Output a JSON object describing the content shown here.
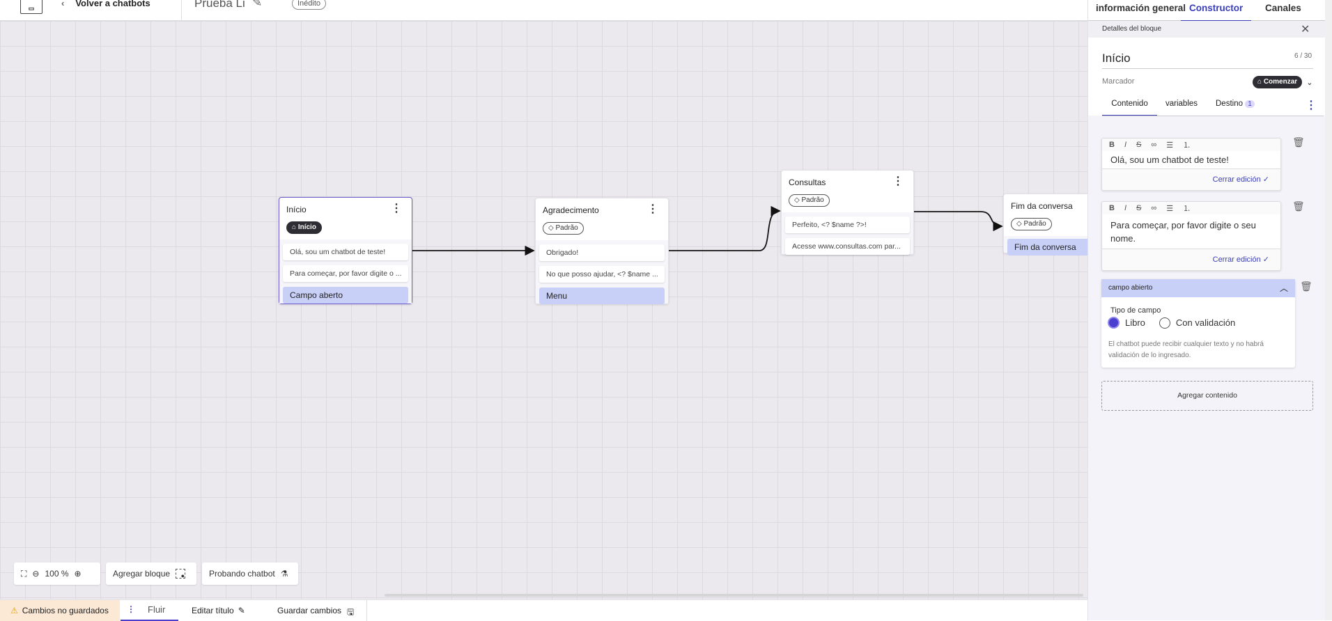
{
  "header": {
    "back_label": "Volver a chatbots",
    "chatbot_name": "Prueba Li",
    "status_badge": "Inédito"
  },
  "panel": {
    "tabs": [
      {
        "label": "información general"
      },
      {
        "label": "Constructor",
        "active": true
      },
      {
        "label": "Canales"
      }
    ],
    "section_title": "Detalles del bloque",
    "block_name": "Início",
    "char_count": "6 / 30",
    "marker_label": "Marcador",
    "marker_value": "Comenzar",
    "subtabs": [
      {
        "label": "Contenido",
        "active": true
      },
      {
        "label": "variables"
      },
      {
        "label": "Destino",
        "count": "1"
      }
    ],
    "editors": [
      {
        "text": "Olá, sou um chatbot de teste!",
        "close_label": "Cerrar edición"
      },
      {
        "text": "Para começar, por favor digite o seu nome.",
        "close_label": "Cerrar edición"
      }
    ],
    "toolbar": [
      "B",
      "I",
      "S",
      "link",
      "list",
      "numbered-list"
    ],
    "field": {
      "title": "campo abierto",
      "type_label": "Tipo de campo",
      "options": [
        "Libro",
        "Con validación"
      ],
      "selected": "Libro",
      "help": "El chatbot puede recibir cualquier texto y no habrá validación de lo ingresado."
    },
    "add_content_label": "Agregar contenido"
  },
  "nodes": [
    {
      "title": "Início",
      "badge": "Início",
      "items": [
        "Olá, sou um chatbot de teste!",
        "Para começar, por favor digite o ..."
      ],
      "action": "Campo aberto"
    },
    {
      "title": "Agradecimento",
      "badge": "Padrão",
      "items": [
        "Obrigado!",
        "No que posso ajudar, <? $name ..."
      ],
      "action": "Menu"
    },
    {
      "title": "Consultas",
      "badge": "Padrão",
      "items": [
        "Perfeito, <? $name ?>!",
        "Acesse www.consultas.com par..."
      ]
    },
    {
      "title": "Fim da conversa",
      "badge": "Padrão",
      "action": "Fim da conversa"
    }
  ],
  "canvas_toolbar": {
    "zoom": "100 %",
    "add_block": "Agregar bloque",
    "test": "Probando chatbot"
  },
  "bottombar": {
    "unsaved": "Cambios no guardados",
    "flow_tab": "Fluir",
    "edit_title": "Editar título",
    "save": "Guardar cambios"
  },
  "colors": {
    "accent": "#3b3fb5",
    "selection": "#6a5acd",
    "action_item": "#c8d0f7",
    "warning_bg": "#fbe9d5"
  }
}
